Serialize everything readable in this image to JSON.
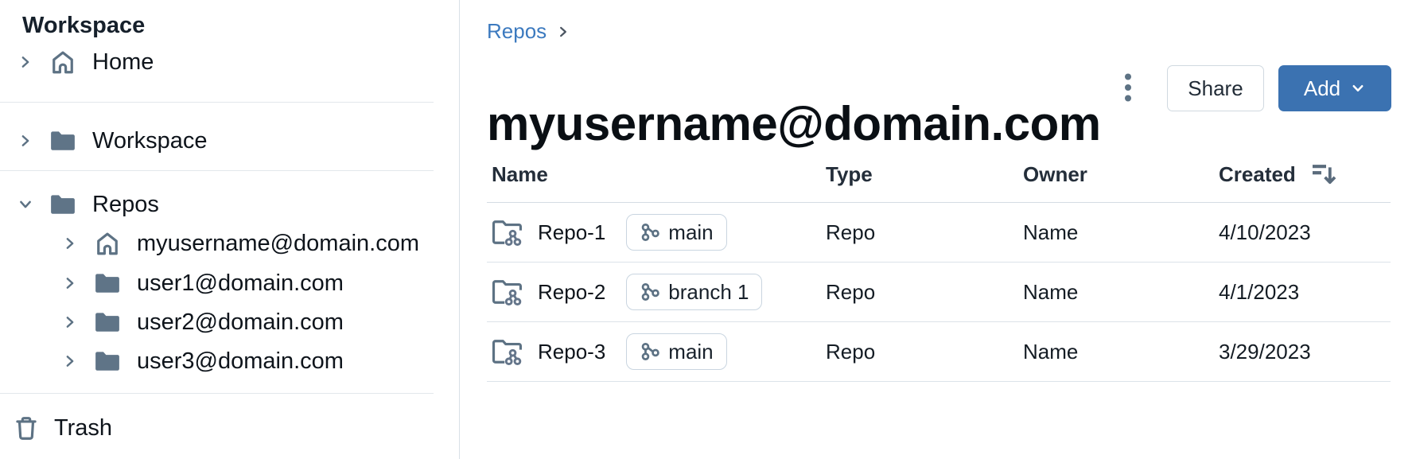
{
  "sidebar": {
    "heading": "Workspace",
    "items": [
      {
        "label": "Home",
        "icon": "home",
        "level": 0,
        "expanded": false
      },
      {
        "label": "Workspace",
        "icon": "folder",
        "level": 0,
        "expanded": false
      },
      {
        "label": "Repos",
        "icon": "folder",
        "level": 0,
        "expanded": true
      },
      {
        "label": "myusername@domain.com",
        "icon": "home",
        "level": 1,
        "expanded": false
      },
      {
        "label": "user1@domain.com",
        "icon": "folder",
        "level": 1,
        "expanded": false
      },
      {
        "label": "user2@domain.com",
        "icon": "folder",
        "level": 1,
        "expanded": false
      },
      {
        "label": "user3@domain.com",
        "icon": "folder",
        "level": 1,
        "expanded": false
      }
    ],
    "trash": {
      "label": "Trash",
      "icon": "trash"
    }
  },
  "breadcrumb": {
    "repos_label": "Repos"
  },
  "header": {
    "title": "myusername@domain.com",
    "share_label": "Share",
    "add_label": "Add",
    "kebab_icon": "vertical-ellipsis"
  },
  "table": {
    "columns": [
      "Name",
      "Type",
      "Owner",
      "Created"
    ],
    "sort": {
      "column": "Created",
      "direction": "descending"
    },
    "rows": [
      {
        "name": "Repo-1",
        "branch": "main",
        "type": "Repo",
        "owner": "Name",
        "created": "4/10/2023"
      },
      {
        "name": "Repo-2",
        "branch": "branch 1",
        "type": "Repo",
        "owner": "Name",
        "created": "4/1/2023"
      },
      {
        "name": "Repo-3",
        "branch": "main",
        "type": "Repo",
        "owner": "Name",
        "created": "3/29/2023"
      }
    ]
  },
  "colors": {
    "accent_button_blue": "#3b72b1",
    "link_blue": "#3c7abf",
    "icon_slate": "#5d7284",
    "sidebar_border": "#d9e0e7",
    "table_border": "#dce3e9",
    "badge_border": "#c9d5e0",
    "text_primary": "#0e141b"
  }
}
